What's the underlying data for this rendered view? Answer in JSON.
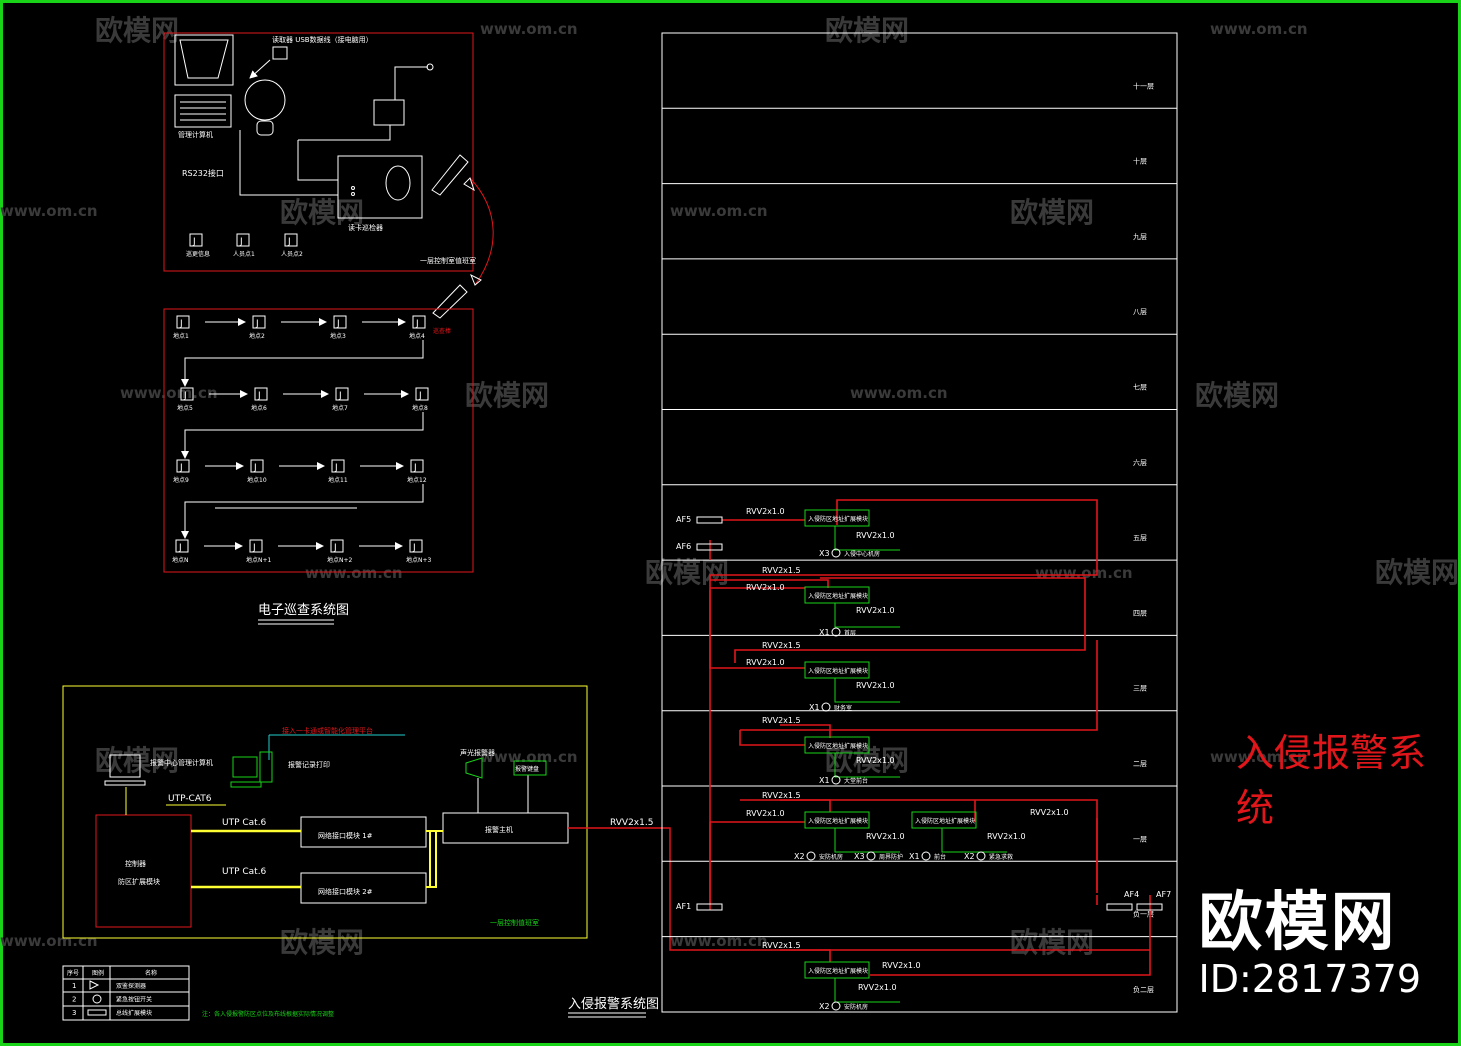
{
  "colors": {
    "border": "#19d319",
    "red": "#e0161b",
    "white": "#ffffff",
    "green": "#19d319",
    "yellow": "#ffff33",
    "cyan": "#22cccc"
  },
  "watermark": {
    "text": "欧模网",
    "url": "www.om.cn"
  },
  "brand": {
    "name": "欧模网",
    "id": "ID:2817379"
  },
  "side_title": "入侵报警系统",
  "patrol": {
    "title": "电子巡查系统图",
    "usb_note": "读取器 USB数据线（接电脑用）",
    "pc_label": "管理计算机",
    "rs232": "RS232接口",
    "reader_label": "读卡巡检器",
    "control_room": "一层控制室值班室",
    "base_points": [
      "巡更信息",
      "人员点1",
      "人员点2"
    ],
    "patrol_note": "巡查棒",
    "rows": [
      [
        "地点1",
        "地点2",
        "地点3",
        "地点4"
      ],
      [
        "地点5",
        "地点6",
        "地点7",
        "地点8"
      ],
      [
        "地点9",
        "地点10",
        "地点11",
        "地点12"
      ],
      [
        "地点N",
        "地点N+1",
        "地点N+2",
        "地点N+3"
      ]
    ]
  },
  "intrusion": {
    "title": "入侵报警系统图",
    "host": "报警主机",
    "keyboard_note": "接入一卡通或智能化管理平台",
    "pc_label": "报警中心管理计算机",
    "printer": "报警记录打印",
    "cabinet_lines": [
      "控制器",
      "防区扩展模块"
    ],
    "utp1": "UTP-CAT6",
    "utp2": "UTP Cat.6",
    "utp3": "UTP Cat.6",
    "module1": "网络接口模块 1#",
    "module2": "网络接口模块 2#",
    "siren": "声光报警器",
    "keypad": "报警键盘",
    "room": "一层控制值班室",
    "bus_cable": "RVV2x1.5",
    "note": "注：各入侵报警防区点位及布线根据实际情况调整",
    "legend_headers": [
      "序号",
      "图例",
      "名称"
    ],
    "legend_rows": [
      {
        "no": "1",
        "name": "双鉴探测器"
      },
      {
        "no": "2",
        "name": "紧急按钮开关"
      },
      {
        "no": "3",
        "name": "总线扩展模块"
      }
    ]
  },
  "riser": {
    "floors": [
      "十一层",
      "十层",
      "九层",
      "八层",
      "七层",
      "六层",
      "五层",
      "四层",
      "三层",
      "二层",
      "一层",
      "负一层",
      "负二层"
    ],
    "af": [
      "AF5",
      "AF6",
      "AF1",
      "AF4",
      "AF7"
    ],
    "module_label": "入侵防区地址扩展模块",
    "cable_bus": "RVV2x1.5",
    "cable_dev": "RVV2x1.0",
    "devices": [
      {
        "id": "X3",
        "name": "入侵中心机房"
      },
      {
        "id": "X1",
        "name": "首层"
      },
      {
        "id": "X1",
        "name": "财务室"
      },
      {
        "id": "X1",
        "name": "大堂前台"
      },
      {
        "id": "X2",
        "name": "安防机房"
      },
      {
        "id": "X3",
        "name": "周界防护"
      },
      {
        "id": "X1",
        "name": "前台"
      },
      {
        "id": "X2",
        "name": "紧急求救"
      },
      {
        "id": "X2",
        "name": "安防机房"
      }
    ]
  }
}
